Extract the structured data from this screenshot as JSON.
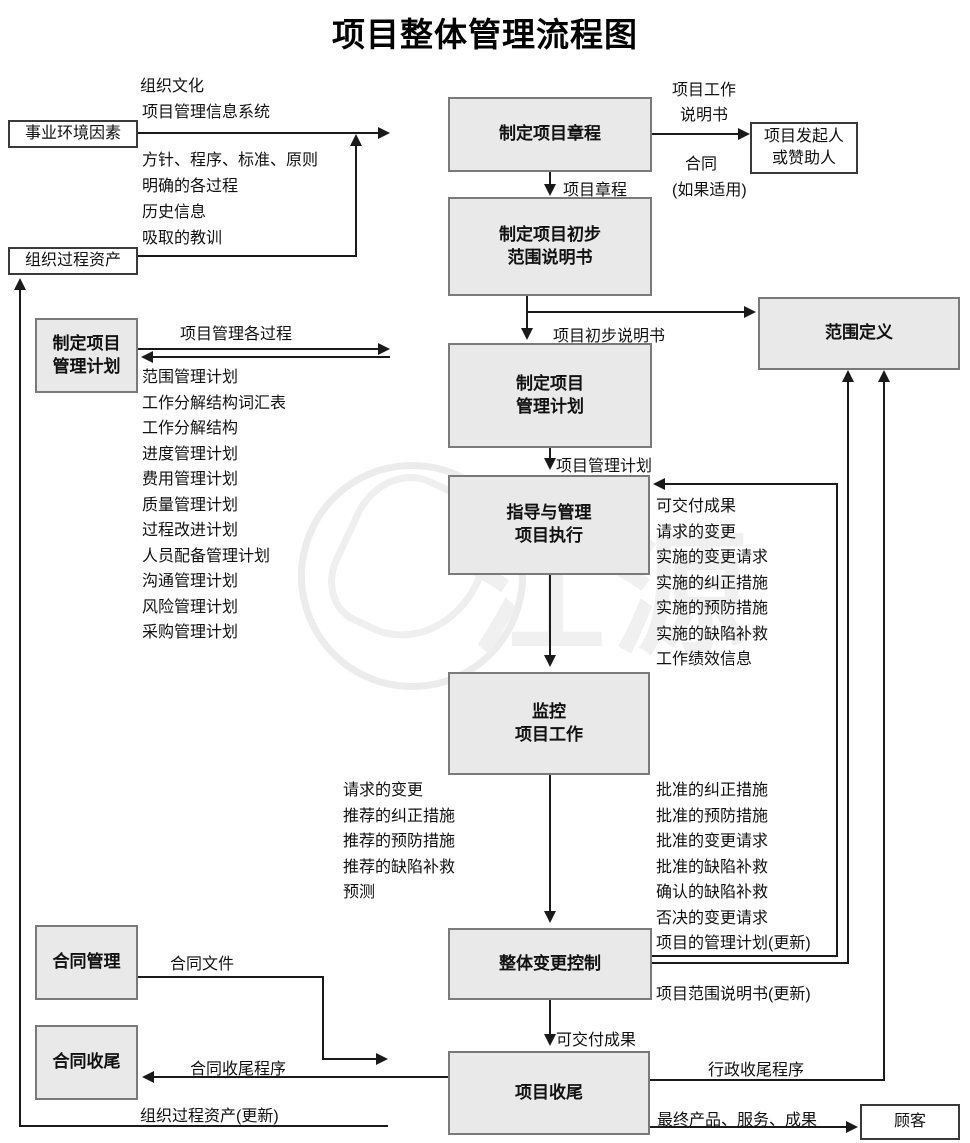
{
  "title": "项目整体管理流程图",
  "watermark": "江源",
  "colors": {
    "process_box_fill": "#e9e9e9",
    "process_box_border": "#7a7a7a",
    "io_box_border": "#3a3a3a",
    "line_color": "#1a1a1a",
    "watermark_color": "#f0f0f0"
  },
  "boxes": {
    "enterprise_env": "事业环境因素",
    "org_process_assets": "组织过程资产",
    "develop_charter": "制定项目章程",
    "sponsor": "项目发起人\n或赞助人",
    "develop_prelim_scope": "制定项目初步\n范围说明书",
    "scope_definition": "范围定义",
    "develop_pm_plan_left": "制定项目\n管理计划",
    "develop_pm_plan": "制定项目\n管理计划",
    "direct_manage_execution": "指导与管理\n项目执行",
    "monitor_work": "监控\n项目工作",
    "integrated_change_control": "整体变更控制",
    "close_project": "项目收尾",
    "contract_admin": "合同管理",
    "contract_closure": "合同收尾",
    "customer": "顾客"
  },
  "labels": {
    "org_culture": "组织文化",
    "pmis": "项目管理信息系统",
    "policies": "方针、程序、标准、原则",
    "defined_processes": "明确的各过程",
    "historical_info": "历史信息",
    "lessons_learned": "吸取的教训",
    "project_sow_line1": "项目工作",
    "project_sow_line2": "说明书",
    "contract": "合同",
    "if_applicable": "(如果适用)",
    "project_charter": "项目章程",
    "prelim_scope_statement": "项目初步说明书",
    "pm_processes": "项目管理各过程",
    "pm_plan": "项目管理计划",
    "deliverables": "可交付成果",
    "scope_statement_updates": "项目范围说明书(更新)",
    "contract_docs": "合同文件",
    "admin_closure_procedure": "行政收尾程序",
    "contract_closure_procedure": "合同收尾程序",
    "opa_updates": "组织过程资产(更新)",
    "final_products": "最终产品、服务、成果"
  },
  "lists": {
    "plan_components": [
      "范围管理计划",
      "工作分解结构词汇表",
      "工作分解结构",
      "进度管理计划",
      "费用管理计划",
      "质量管理计划",
      "过程改进计划",
      "人员配备管理计划",
      "沟通管理计划",
      "风险管理计划",
      "采购管理计划"
    ],
    "execution_outputs": [
      "可交付成果",
      "请求的变更",
      "实施的变更请求",
      "实施的纠正措施",
      "实施的预防措施",
      "实施的缺陷补救",
      "工作绩效信息"
    ],
    "monitor_outputs": [
      "请求的变更",
      "推荐的纠正措施",
      "推荐的预防措施",
      "推荐的缺陷补救",
      "预测"
    ],
    "change_control_outputs": [
      "批准的纠正措施",
      "批准的预防措施",
      "批准的变更请求",
      "批准的缺陷补救",
      "确认的缺陷补救",
      "否决的变更请求",
      "项目的管理计划(更新)"
    ]
  }
}
